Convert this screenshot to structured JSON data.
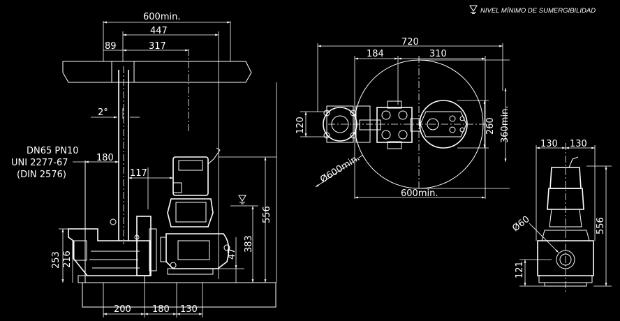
{
  "legend": {
    "text": "NIVEL MÍNIMO DE SUMERGIBILIDAD"
  },
  "side_view": {
    "top": [
      "600min.",
      "447",
      "89",
      "317"
    ],
    "angle": "2°",
    "spec": [
      "DN65 PN10",
      "UNI 2277-67",
      "(DIN 2576)"
    ],
    "horiz": [
      "180",
      "117"
    ],
    "vert": [
      "556",
      "383",
      "47",
      "253",
      "216"
    ],
    "bottom": [
      "200",
      "180",
      "130"
    ]
  },
  "plan_view": {
    "top": [
      "720",
      "184",
      "310"
    ],
    "left": "120",
    "right": [
      "260",
      "360min."
    ],
    "circle": "Ø600min.",
    "bottom": "600min."
  },
  "front_view": {
    "top": [
      "130",
      "130"
    ],
    "pipe": "Ø60",
    "height": "556",
    "low": "121"
  }
}
